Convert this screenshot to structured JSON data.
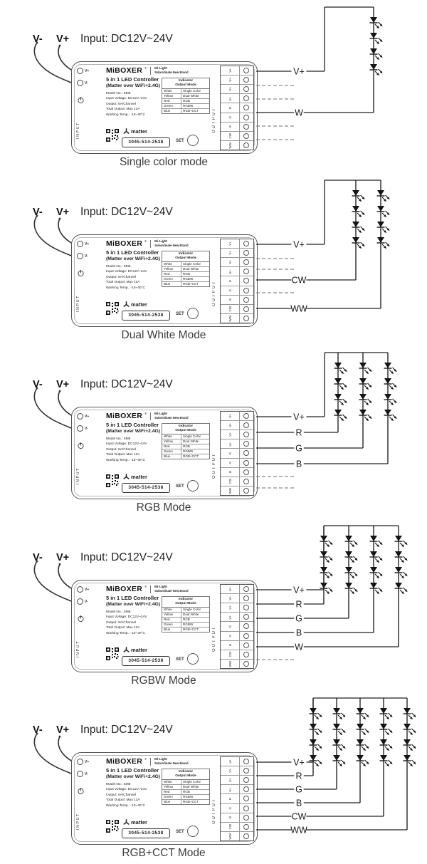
{
  "header": {
    "neg": "V-",
    "pos": "V+",
    "input": "Input: DC12V~24V"
  },
  "controller": {
    "brand": "MiBOXER",
    "reg": "®",
    "sub_brand_1": "Mi·Light",
    "sub_brand_2": "Subordinate New Brand",
    "title_line1": "5 in 1 LED Controller",
    "title_line2": "(Matter over WiFi+2.4G)",
    "indicator_table": {
      "header_line1": "Indicator",
      "header_line2": "Output Mode",
      "rows": [
        [
          "White",
          "Single Color"
        ],
        [
          "Yellow",
          "Dual White"
        ],
        [
          "Red",
          "RGB"
        ],
        [
          "Green",
          "RGBW"
        ],
        [
          "Blue",
          "RGB+CCT"
        ]
      ]
    },
    "specs": [
      "Model No.: SM5",
      "Input Voltage: DC12V~24V",
      "Output: 6A/Channel",
      "Total Output: Max 12A",
      "Working Temp.: -10~40°C"
    ],
    "matter_text": "matter",
    "certification_code": "3045-514-2538",
    "set_label": "SET",
    "input_terminals": [
      "V+",
      "V-"
    ],
    "input_label_vertical": "INPUT",
    "output_label_vertical": "OUTPUT",
    "output_terminals": [
      "V+",
      "V+",
      "V+",
      "V+",
      "R",
      "G",
      "B",
      "CW",
      "WW"
    ]
  },
  "modes": [
    {
      "caption": "Single color mode",
      "wires": [
        "V+",
        "W"
      ],
      "led_strings": 1,
      "unused_outputs": 4
    },
    {
      "caption": "Dual White Mode",
      "wires": [
        "V+",
        "CW",
        "WW"
      ],
      "led_strings": 2,
      "unused_outputs": 3
    },
    {
      "caption": "RGB Mode",
      "wires": [
        "V+",
        "R",
        "G",
        "B"
      ],
      "led_strings": 3,
      "unused_outputs": 2
    },
    {
      "caption": "RGBW Mode",
      "wires": [
        "V+",
        "R",
        "G",
        "B",
        "W"
      ],
      "led_strings": 4,
      "unused_outputs": 1
    },
    {
      "caption": "RGB+CCT Mode",
      "wires": [
        "V+",
        "R",
        "G",
        "B",
        "CW",
        "WW"
      ],
      "led_strings": 5,
      "unused_outputs": 0
    }
  ]
}
